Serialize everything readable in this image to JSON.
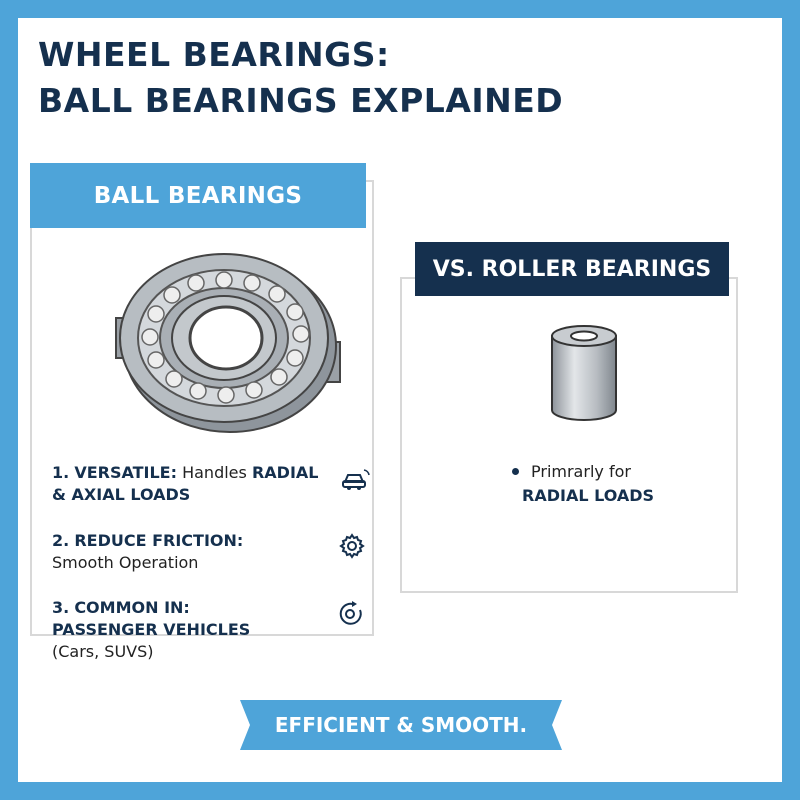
{
  "title": {
    "line1": "WHEEL BEARINGS:",
    "line2": "BALL BEARINGS EXPLAINED"
  },
  "left_panel": {
    "banner": "BALL BEARINGS",
    "figure_icon": "ball-bearing-illustration",
    "items": [
      {
        "number": "1.",
        "bold_lead": "VERSATILE:",
        "text": "Handles",
        "bold_tail": "RADIAL",
        "line2": "& AXIAL LOADS",
        "icon": "car-icon"
      },
      {
        "number": "2.",
        "bold_lead": "REDUCE FRICTION:",
        "line2": "Smooth Operation",
        "icon": "gear-icon"
      },
      {
        "number": "3.",
        "bold_lead": "COMMON IN:",
        "line2": "PASSENGER VEHICLES",
        "line3": "(Cars, SUVS)",
        "icon": "rotation-icon"
      }
    ]
  },
  "right_panel": {
    "banner": "VS. ROLLER BEARINGS",
    "figure_icon": "cylinder-roller-illustration",
    "bullet_text": "Primrarly for",
    "bullet_bold": "RADIAL LOADS"
  },
  "ribbon": {
    "text": "EFFICIENT & SMOOTH."
  },
  "colors": {
    "background": "#4ea4d9",
    "navy": "#15304e",
    "accent_blue": "#4ea4d9"
  }
}
